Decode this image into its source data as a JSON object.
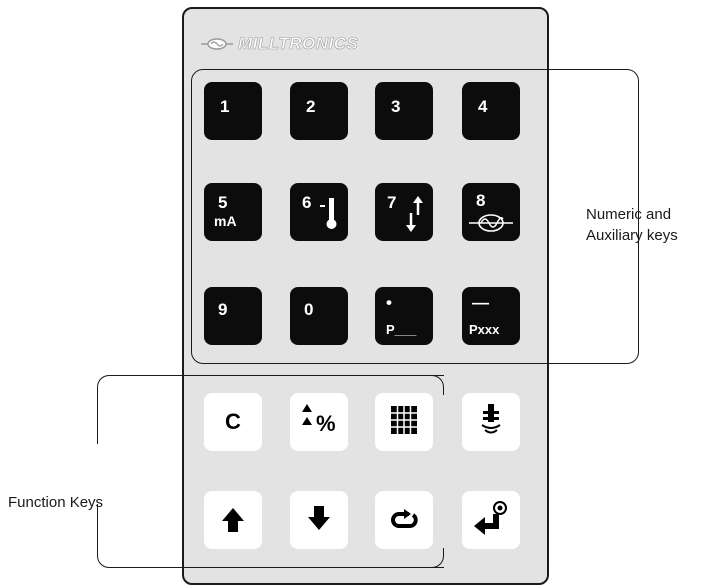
{
  "brand": {
    "name": "MILLTRONICS"
  },
  "numeric_keys": [
    {
      "label": "1"
    },
    {
      "label": "2"
    },
    {
      "label": "3"
    },
    {
      "label": "4"
    },
    {
      "label": "5",
      "sub": "mA"
    },
    {
      "label": "6"
    },
    {
      "label": "7"
    },
    {
      "label": "8"
    },
    {
      "label": "9"
    },
    {
      "label": "0"
    },
    {
      "label": "•",
      "sub": "P___"
    },
    {
      "label": "—",
      "sub": "Pxxx"
    }
  ],
  "function_keys": [
    {
      "label": "C"
    },
    {
      "label": "%"
    }
  ],
  "callouts": {
    "numeric": {
      "line1": "Numeric and",
      "line2": "Auxiliary keys"
    },
    "function": "Function Keys"
  },
  "colors": {
    "panel": "#e3e3e3",
    "dark_key": "#0c0c0c",
    "light_key": "#ffffff"
  }
}
